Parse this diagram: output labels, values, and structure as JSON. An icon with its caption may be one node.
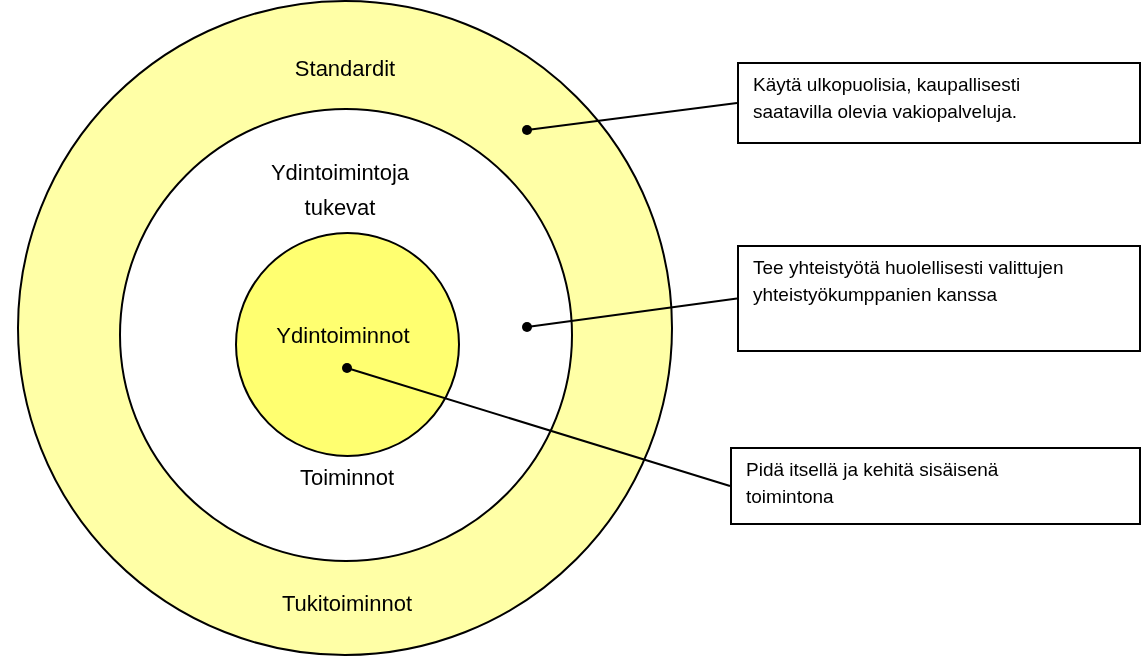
{
  "diagram": {
    "nodes": [
      {
        "text": [
          "Standardit",
          "Tukitoiminnot"
        ]
      },
      {
        "text": [
          "Ydintoimintoja tukevat",
          "Toiminnot"
        ],
        "in": 0
      },
      {
        "text": [
          "Ydintoiminnot"
        ],
        "in": 1
      },
      {
        "text": [
          "Käytä ulkopuolisia, kaupallisesti saatavilla olevia vakiopalveluja."
        ]
      },
      {
        "text": [
          "Tee yhteistyötä huolellisesti valittujen yhteistyökumppanien kanssa"
        ]
      },
      {
        "text": [
          "Pidä itsellä ja kehitä sisäisenä toimintona"
        ]
      }
    ],
    "edges": [
      {
        "from": 3,
        "to": 0,
        "arrow": "other"
      },
      {
        "from": 4,
        "to": 1,
        "arrow": "other"
      },
      {
        "from": 5,
        "to": 2,
        "arrow": "other"
      }
    ]
  }
}
